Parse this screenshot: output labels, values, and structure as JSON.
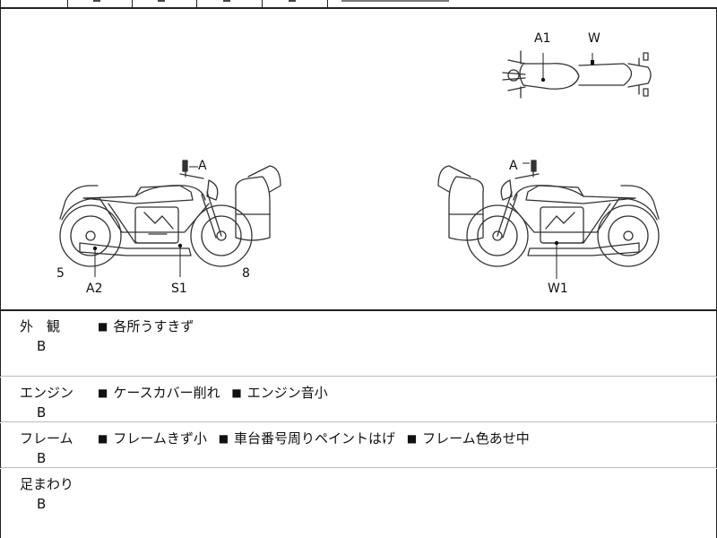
{
  "diagram": {
    "labels": {
      "left_bike_a": "A",
      "left_bike_a2": "A2",
      "left_bike_s1": "S1",
      "left_bike_5": "5",
      "left_bike_8": "8",
      "right_bike_a": "A",
      "right_bike_w1": "W1",
      "top_view_a1": "A1",
      "top_view_w": "W"
    }
  },
  "conditions": [
    {
      "category": "外　観",
      "grade": "B",
      "notes": [
        "各所うすきず"
      ]
    },
    {
      "category": "エンジン",
      "grade": "B",
      "notes": [
        "ケースカバー削れ",
        "エンジン音小"
      ]
    },
    {
      "category": "フレーム",
      "grade": "B",
      "notes": [
        "フレームきず小",
        "車台番号周りペイントはげ",
        "フレーム色あせ中"
      ]
    },
    {
      "category": "足まわり",
      "grade": "B",
      "notes": []
    }
  ]
}
